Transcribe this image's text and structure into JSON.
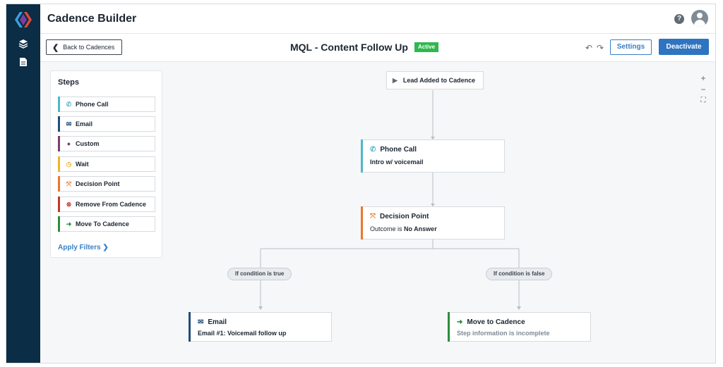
{
  "app": {
    "title": "Cadence Builder",
    "help_glyph": "?"
  },
  "toolbar": {
    "back_label": "Back to Cadences",
    "cadence_title": "MQL - Content Follow Up",
    "status": "Active",
    "settings_label": "Settings",
    "deactivate_label": "Deactivate"
  },
  "steps_panel": {
    "title": "Steps",
    "items": [
      {
        "label": "Phone Call",
        "icon": "phone-icon",
        "color": "#4db8c8"
      },
      {
        "label": "Email",
        "icon": "envelope-icon",
        "color": "#1f4e79"
      },
      {
        "label": "Custom",
        "icon": "chat-icon",
        "color": "#7a3e6e"
      },
      {
        "label": "Wait",
        "icon": "clock-icon",
        "color": "#f0b429"
      },
      {
        "label": "Decision Point",
        "icon": "decision-icon",
        "color": "#e8772e"
      },
      {
        "label": "Remove From Cadence",
        "icon": "remove-icon",
        "color": "#c0392b"
      },
      {
        "label": "Move To Cadence",
        "icon": "move-icon",
        "color": "#2e8b3e"
      }
    ],
    "apply_filters": "Apply Filters"
  },
  "flow": {
    "start": "Lead Added to Cadence",
    "phone_call": {
      "title": "Phone Call",
      "desc": "Intro w/ voicemail",
      "color": "#4db8c8"
    },
    "decision": {
      "title": "Decision Point",
      "desc_prefix": "Outcome is ",
      "desc_value": "No Answer",
      "color": "#e8772e"
    },
    "true_label": "If condition is true",
    "false_label": "If condition is false",
    "email": {
      "title": "Email",
      "desc": "Email #1: Voicemail follow up",
      "color": "#1f4e79"
    },
    "move": {
      "title": "Move to Cadence",
      "desc": "Step information is incomplete",
      "color": "#2e8b3e"
    }
  },
  "colors": {
    "sidebar": "#0b2d45",
    "accent": "#2f74c0",
    "active": "#2fb84e"
  }
}
